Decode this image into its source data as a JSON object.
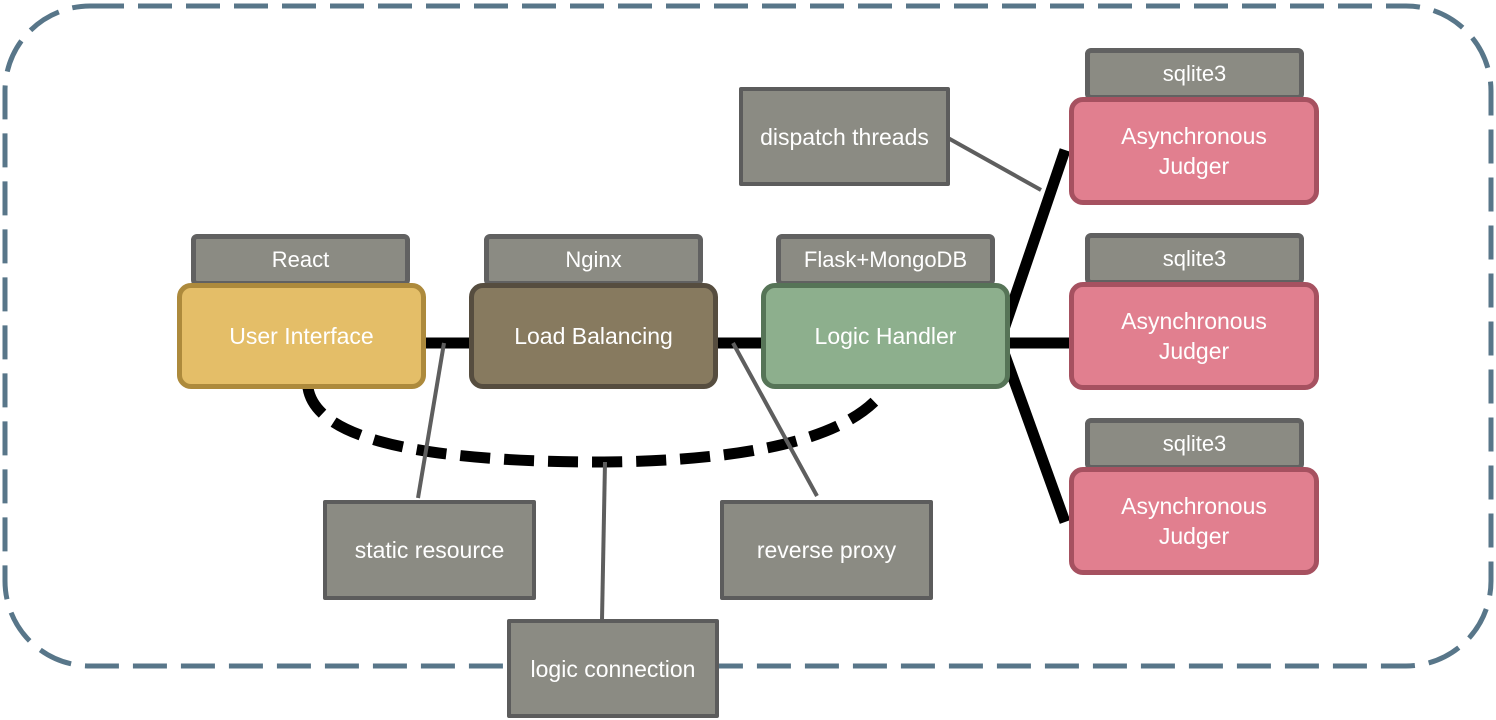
{
  "components": {
    "user_interface": {
      "label": "User Interface",
      "tech": "React"
    },
    "load_balancing": {
      "label": "Load Balancing",
      "tech": "Nginx"
    },
    "logic_handler": {
      "label": "Logic Handler",
      "tech": "Flask+MongoDB"
    },
    "judgers": [
      {
        "label": "Asynchronous\nJudger",
        "tech": "sqlite3"
      },
      {
        "label": "Asynchronous\nJudger",
        "tech": "sqlite3"
      },
      {
        "label": "Asynchronous\nJudger",
        "tech": "sqlite3"
      }
    ]
  },
  "annotations": {
    "dispatch_threads": "dispatch threads",
    "static_resource": "static resource",
    "reverse_proxy": "reverse proxy",
    "logic_connection": "logic connection"
  },
  "colors": {
    "user_interface": "#e4be68",
    "load_balancing": "#877a5f",
    "logic_handler": "#8daf8d",
    "judger": "#e17f8f",
    "tag": "#8b8b83",
    "boundary": "#587689"
  }
}
